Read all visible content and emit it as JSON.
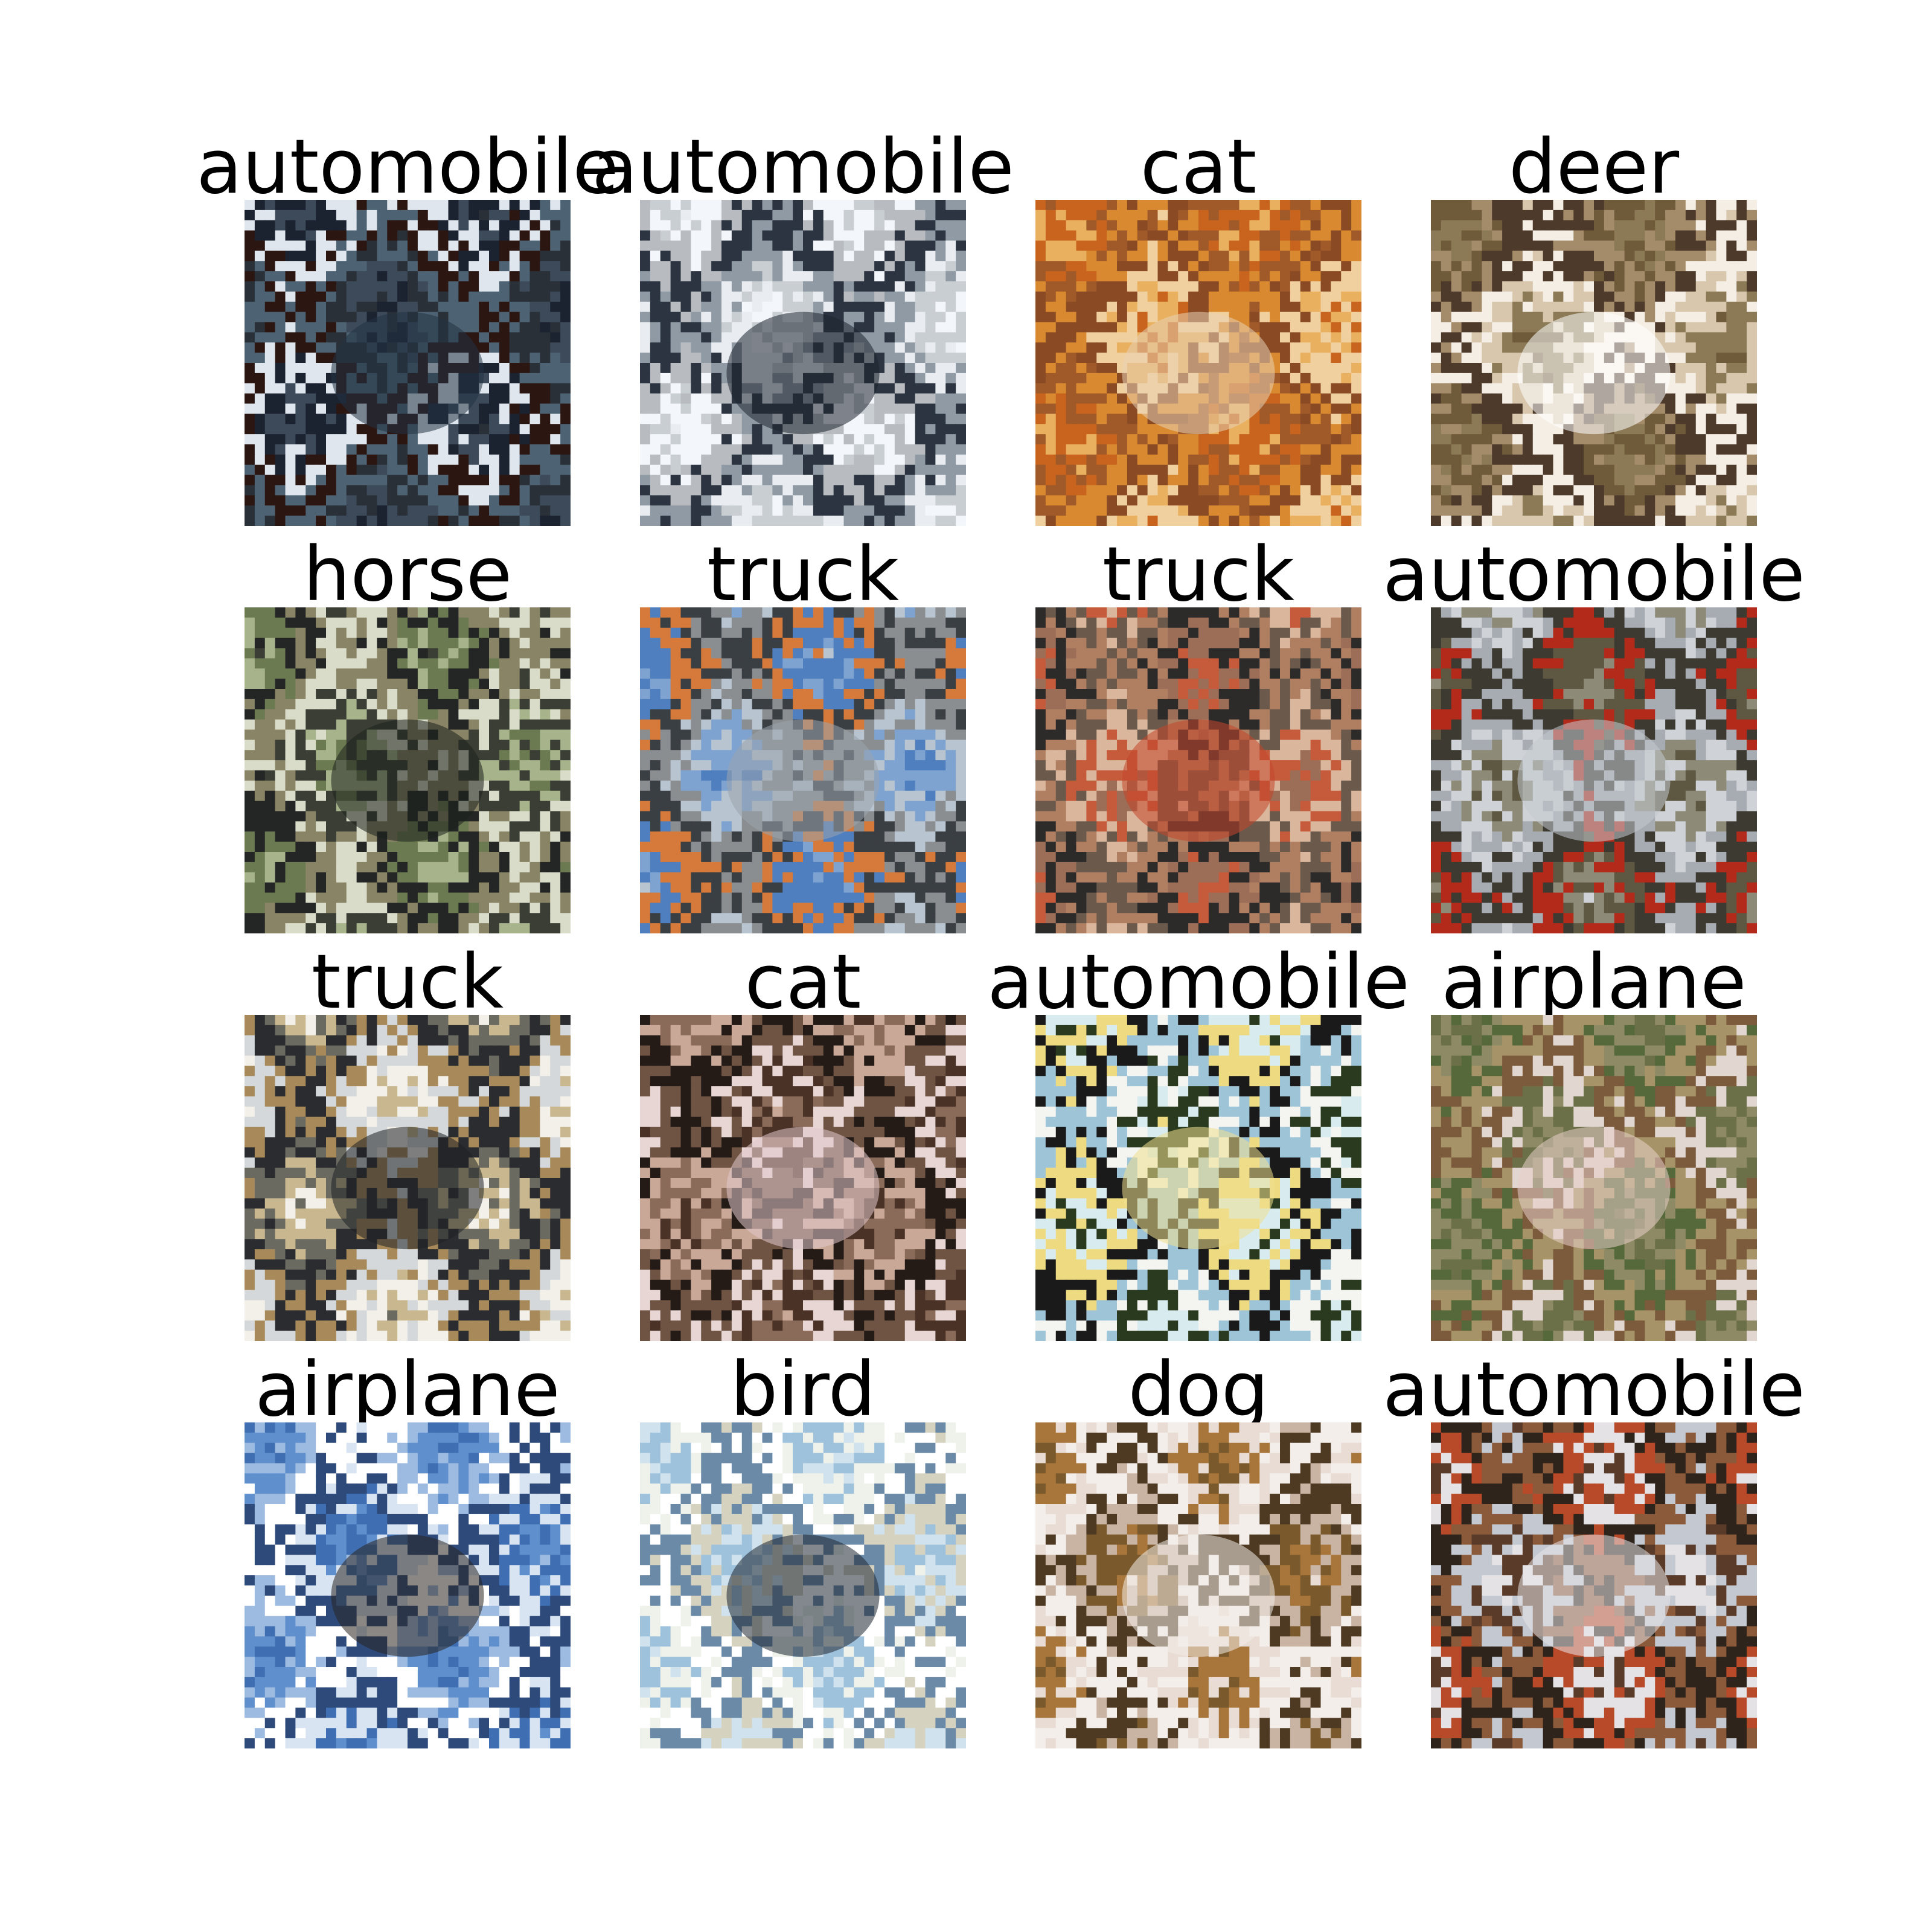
{
  "images": [
    {
      "label": "automobile",
      "palette": [
        "#1b2230",
        "#3c4a5a",
        "#2a3038",
        "#4d6272",
        "#2b1612",
        "#dfe6ee"
      ],
      "subject": "#223344"
    },
    {
      "label": "automobile",
      "palette": [
        "#f3f6fa",
        "#c9ced3",
        "#e9edf1",
        "#8f9aa4",
        "#2b3440",
        "#b8bcc0"
      ],
      "subject": "#1e2530"
    },
    {
      "label": "cat",
      "palette": [
        "#c8641e",
        "#e9b060",
        "#f1d0a0",
        "#8a4a24",
        "#d98a30",
        "#a05a2a"
      ],
      "subject": "#e8d2b4"
    },
    {
      "label": "deer",
      "palette": [
        "#6f5a3a",
        "#8b7a55",
        "#d8c7ad",
        "#f5eee4",
        "#4e3a2a",
        "#a48c6a"
      ],
      "subject": "#ffffff"
    },
    {
      "label": "horse",
      "palette": [
        "#6c7a52",
        "#a7b38a",
        "#3a3e34",
        "#d9dcc8",
        "#8a8466",
        "#232624"
      ],
      "subject": "#1c201c"
    },
    {
      "label": "truck",
      "palette": [
        "#4f7fbf",
        "#7ea3d1",
        "#b8c4cf",
        "#8b8e90",
        "#3a3f44",
        "#d57a3a"
      ],
      "subject": "#9aa4ad"
    },
    {
      "label": "truck",
      "palette": [
        "#9c6e58",
        "#c65b3c",
        "#d9b69c",
        "#6b5a4c",
        "#b07f62",
        "#2d2a2a"
      ],
      "subject": "#c4452a"
    },
    {
      "label": "automobile",
      "palette": [
        "#5e5842",
        "#8d8a78",
        "#cfd2d6",
        "#a7abb2",
        "#3d3a32",
        "#b32a1a"
      ],
      "subject": "#c5cad2"
    },
    {
      "label": "truck",
      "palette": [
        "#f2f0e8",
        "#c9b88f",
        "#6b6a60",
        "#2a2c30",
        "#a88a5a",
        "#d4d8da"
      ],
      "subject": "#1e2024"
    },
    {
      "label": "cat",
      "palette": [
        "#4a3226",
        "#8a6a58",
        "#c9a898",
        "#241a16",
        "#6f5444",
        "#e8d6d4"
      ],
      "subject": "#e2c8cc"
    },
    {
      "label": "automobile",
      "palette": [
        "#2a3a1e",
        "#d8ecf0",
        "#eeda80",
        "#1a1a1a",
        "#9ec4d8",
        "#f4f4f0"
      ],
      "subject": "#f0e090"
    },
    {
      "label": "airplane",
      "palette": [
        "#6c7048",
        "#8e8a66",
        "#55693a",
        "#a69468",
        "#7c5a3c",
        "#e2d6d0"
      ],
      "subject": "#e8cfc8"
    },
    {
      "label": "airplane",
      "palette": [
        "#3f6fb2",
        "#5f8fcc",
        "#9dbbe0",
        "#ffffff",
        "#2d4a7a",
        "#d8e4f2"
      ],
      "subject": "#2a2520"
    },
    {
      "label": "bird",
      "palette": [
        "#cfe2ee",
        "#9fc2dc",
        "#eef2ea",
        "#ffffff",
        "#6a8aa8",
        "#d6d2c0"
      ],
      "subject": "#1e2632"
    },
    {
      "label": "dog",
      "palette": [
        "#7a5a2c",
        "#a8763a",
        "#e8dcd4",
        "#f4eeea",
        "#4e3a22",
        "#c9b4a4"
      ],
      "subject": "#f2ece8"
    },
    {
      "label": "automobile",
      "palette": [
        "#5a3a28",
        "#e4e2e4",
        "#b84a2a",
        "#2e241c",
        "#8a5a3a",
        "#c4c8d0"
      ],
      "subject": "#e8e6e8"
    }
  ]
}
